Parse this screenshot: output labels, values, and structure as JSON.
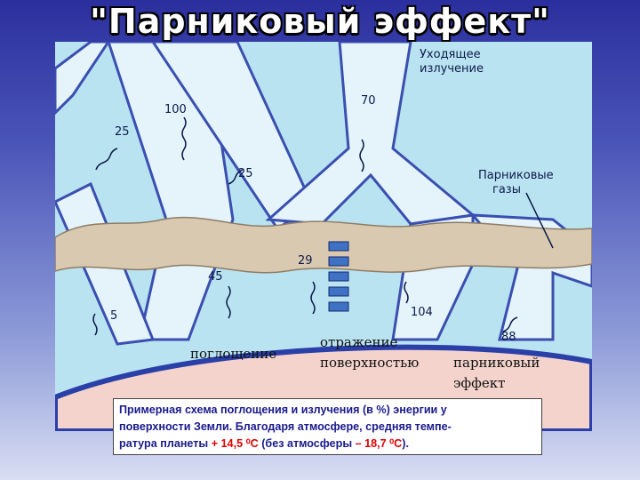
{
  "title": "\"Парниковый эффект\"",
  "labels": {
    "outgoing": [
      "Уходящее",
      "излучение"
    ],
    "greenhouse_gases": [
      "Парниковые",
      "газы"
    ],
    "absorption": "поглощение",
    "surface_reflection": [
      "отражение",
      "поверхностью"
    ],
    "greenhouse_effect": [
      "парниковый",
      "эффект"
    ]
  },
  "values": {
    "v100": "100",
    "v25a": "25",
    "v25b": "25",
    "v70": "70",
    "v29": "29",
    "v45": "45",
    "v5": "5",
    "v104": "104",
    "v88": "88"
  },
  "caption": {
    "line1": "Примерная схема поглощения и излучения (в %) энергии у",
    "line2": "поверхности Земли. Благодаря атмосфере, средняя темпе-",
    "line3_start": "ратура планеты ",
    "temp_with": "+ 14,5 ⁰С",
    "line3_mid": " (без атмосферы ",
    "temp_without": "– 18,7 ⁰С",
    "line3_end": ")."
  },
  "colors": {
    "sky": "#b9e3f0",
    "beam": "#e4f4fa",
    "beam_edge": "#3a4fb0",
    "earth": "#f3d3cc",
    "earth_edge": "#2a3fa8",
    "cloud": "#d9c9b0",
    "title": "#ffffff",
    "caption_text": "#1a1a8c",
    "caption_highlight": "#e00000"
  }
}
